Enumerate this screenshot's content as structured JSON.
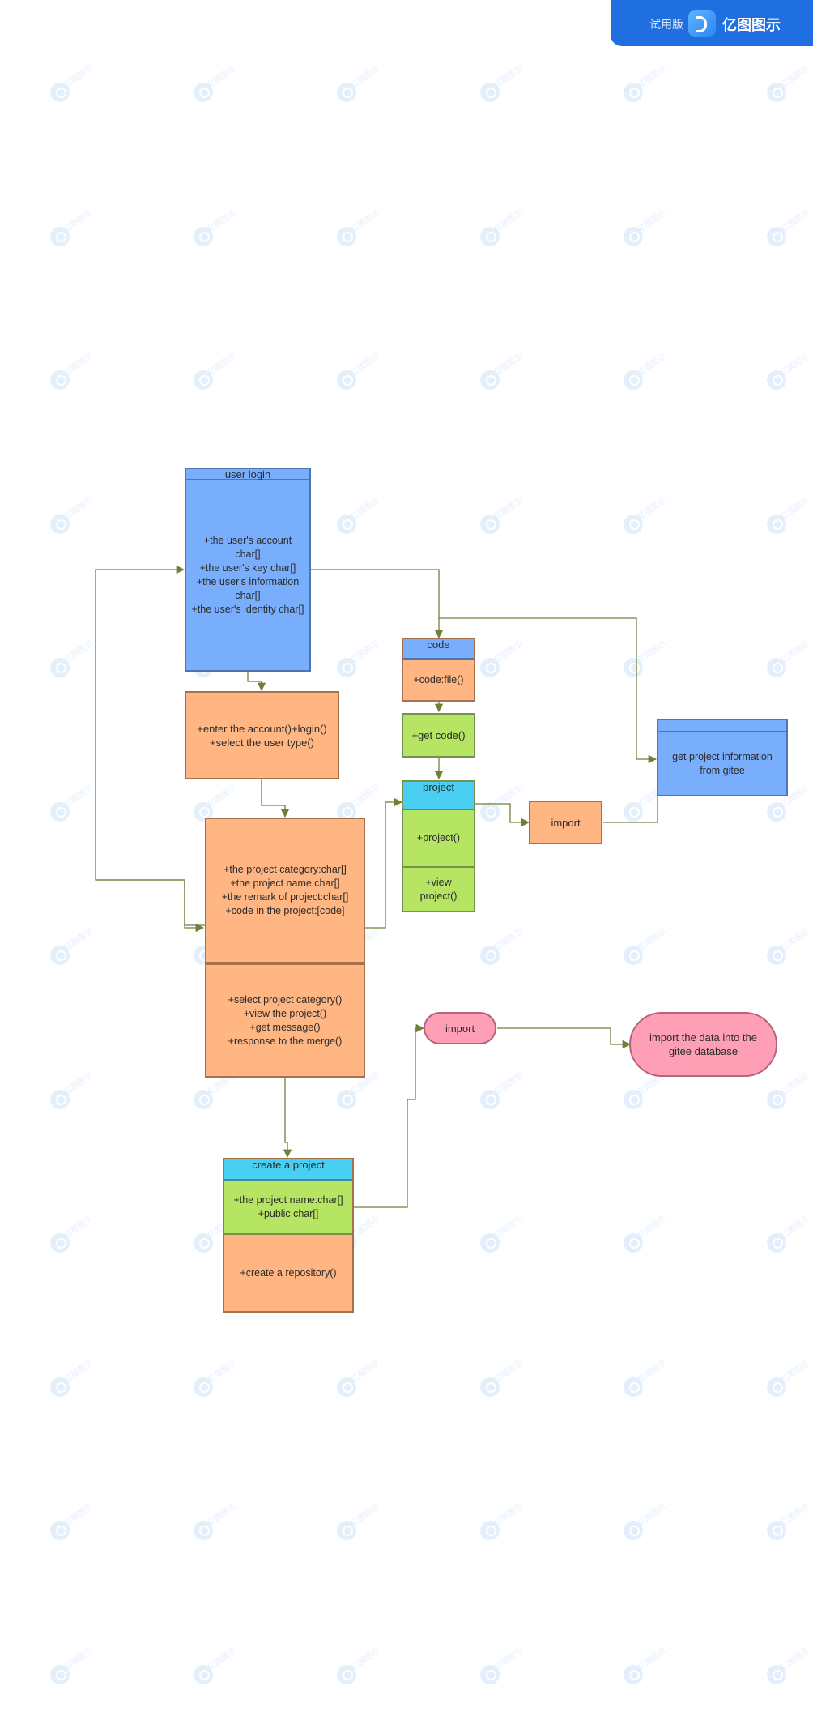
{
  "banner": {
    "trial_label": "试用版",
    "brand_name": "亿图图示"
  },
  "watermark": {
    "text": "亿图图示"
  },
  "nodes": {
    "user_login": {
      "title": "user login",
      "attributes": "+the user's account char[]\n+the user's key char[]\n+the user's information char[]\n+the user's identity char[]"
    },
    "login_ops": {
      "text": "+enter the account()+login()\n+select the user type()"
    },
    "project_info": {
      "attributes": "+the project category:char[]\n+the project name:char[]\n+the remark of project:char[]\n+code in the project:[code]",
      "methods": "+select project category()\n+view the project()\n+get message()\n+response to the merge()"
    },
    "code": {
      "title": "code",
      "method": "+code:file()"
    },
    "get_code": {
      "text": "+get code()"
    },
    "project": {
      "title": "project",
      "method1": "+project()",
      "method2": "+view project()"
    },
    "import_box": {
      "text": "import"
    },
    "gitee_info": {
      "text": "get project information from gitee"
    },
    "import_pill": {
      "text": "import"
    },
    "import_db": {
      "text": "import the data into the gitee database"
    },
    "create_project": {
      "title": "create a project",
      "attributes": "+the project name:char[]\n+public char[]",
      "method": "+create a repository()"
    }
  },
  "colors": {
    "blue": "#79aefd",
    "orange": "#ffb682",
    "green": "#b6e463",
    "cyan": "#48cff2",
    "pink": "#ff9fb6",
    "connector": "#6e7f3a",
    "banner": "#1f6fe0"
  }
}
